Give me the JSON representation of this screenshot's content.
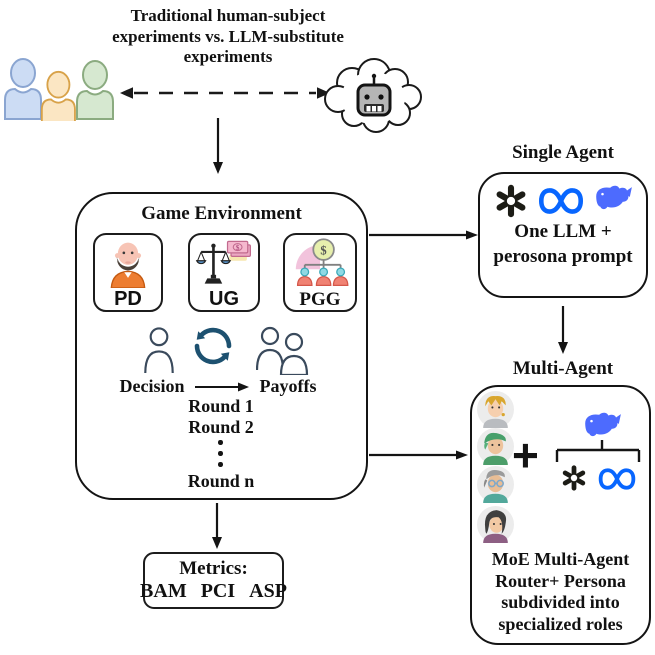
{
  "header": {
    "title_lines": [
      "Traditional human-subject",
      "experiments vs. LLM-substitute",
      "experiments"
    ]
  },
  "actors": {
    "humans_icon": "three-people-icon",
    "llm_icon": "robot-cloud-icon"
  },
  "game_environment": {
    "title": "Game Environment",
    "games": [
      {
        "label": "PD",
        "icon": "prisoner-icon"
      },
      {
        "label": "UG",
        "icon": "balance-scale-money-icon"
      },
      {
        "label": "PGG",
        "icon": "public-goods-coin-icon"
      }
    ],
    "process": {
      "decision_label": "Decision",
      "payoffs_label": "Payoffs",
      "rounds": [
        "Round 1",
        "Round 2",
        "Round n"
      ]
    }
  },
  "metrics": {
    "title": "Metrics:",
    "values": [
      "BAM",
      "PCI",
      "ASP"
    ]
  },
  "single_agent": {
    "title": "Single Agent",
    "logos": [
      "openai-logo",
      "meta-logo",
      "deepseek-logo"
    ],
    "description_lines": [
      "One LLM +",
      "perosona prompt"
    ]
  },
  "multi_agent": {
    "title": "Multi-Agent",
    "plus_sign": "+",
    "personas": [
      "blonde-persona-avatar",
      "green-hair-persona-avatar",
      "gray-hair-glasses-persona-avatar",
      "dark-hair-persona-avatar"
    ],
    "router": {
      "top": "deepseek-logo",
      "children": [
        "openai-logo",
        "meta-logo"
      ]
    },
    "description_lines": [
      "MoE Multi-Agent",
      "Router+ Persona",
      "subdivided into",
      "specialized roles"
    ]
  },
  "icons": {
    "dollar": "$"
  },
  "colors": {
    "meta_blue": "#0866FF",
    "deepseek_blue": "#4D6BFE",
    "openai_black": "#1c1c16",
    "cycle_blue": "#1d5170",
    "human_blue": "#ccdcf4",
    "human_orange": "#fbe6c3",
    "human_green": "#d6e8d0"
  }
}
